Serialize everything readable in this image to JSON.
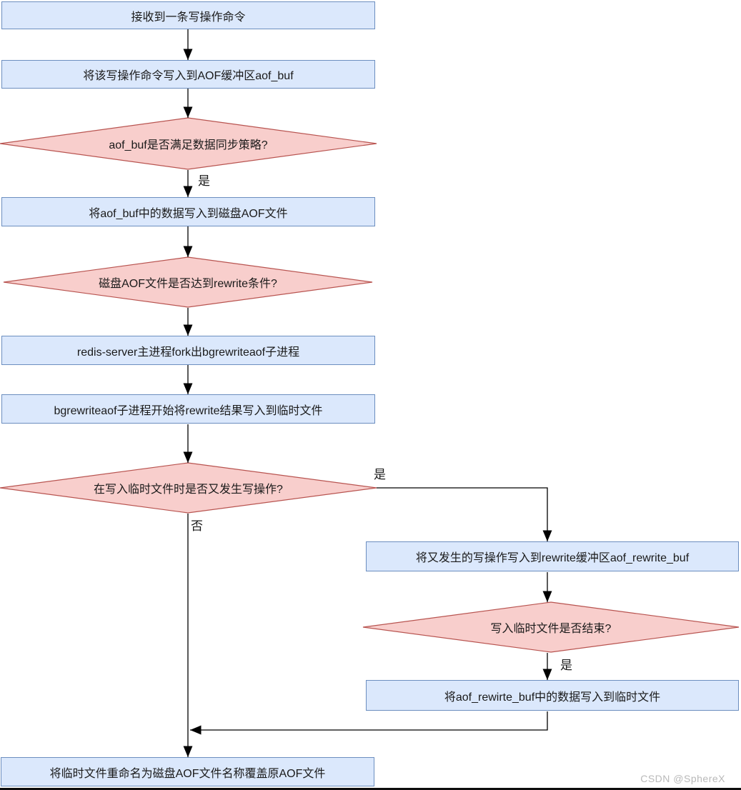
{
  "colors": {
    "process_fill": "#dbe8fc",
    "process_border": "#6c8ebf",
    "decision_fill": "#f8cecc",
    "decision_border": "#b85450",
    "arrow": "#000000",
    "watermark": "#b9b9b9"
  },
  "nodes": {
    "receive": {
      "label": "接收到一条写操作命令"
    },
    "write_buf": {
      "label": "将该写操作命令写入到AOF缓冲区aof_buf"
    },
    "sync_policy": {
      "label": "aof_buf是否满足数据同步策略?"
    },
    "flush_disk": {
      "label": "将aof_buf中的数据写入到磁盘AOF文件"
    },
    "rewrite_cond": {
      "label": "磁盘AOF文件是否达到rewrite条件?"
    },
    "fork": {
      "label": "redis-server主进程fork出bgrewriteaof子进程"
    },
    "rewrite_tmp": {
      "label": "bgrewriteaof子进程开始将rewrite结果写入到临时文件"
    },
    "write_during": {
      "label": "在写入临时文件时是否又发生写操作?"
    },
    "rewrite_buf": {
      "label": "将又发生的写操作写入到rewrite缓冲区aof_rewrite_buf"
    },
    "tmp_done": {
      "label": "写入临时文件是否结束?"
    },
    "flush_rewrite_buf": {
      "label": "将aof_rewirte_buf中的数据写入到临时文件"
    },
    "rename": {
      "label": "将临时文件重命名为磁盘AOF文件名称覆盖原AOF文件"
    }
  },
  "edge_labels": {
    "sync_yes": "是",
    "write_during_yes": "是",
    "write_during_no": "否",
    "tmp_done_yes": "是"
  },
  "watermark": {
    "text": "CSDN @SphereX"
  }
}
